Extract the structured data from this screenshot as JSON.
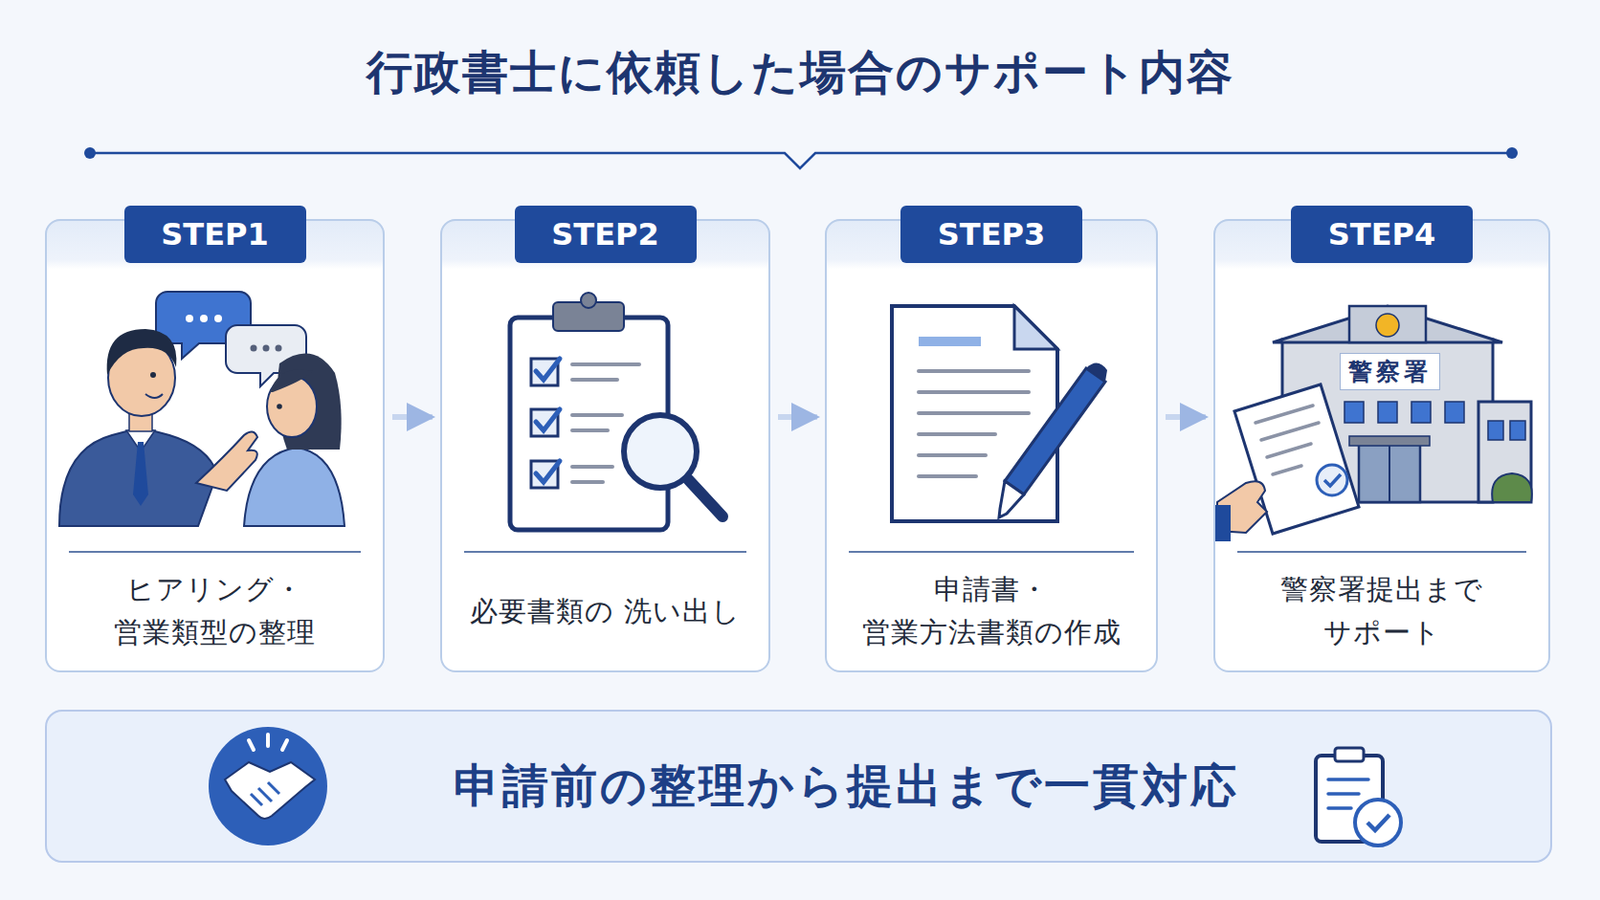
{
  "diagram": {
    "title": "行政書士に依頼した場合のサポート内容",
    "nodes": [
      {
        "text": [
          "STEP1",
          "ヒアリング・ 営業類型の整理"
        ]
      },
      {
        "text": [
          "STEP2",
          "必要書類の 洗い出し"
        ]
      },
      {
        "text": [
          "STEP3",
          "申請書・ 営業方法書類の作成"
        ]
      },
      {
        "text": [
          "STEP4",
          "警察署提出まで サポート"
        ]
      },
      {
        "text": [
          "申請前の整理から提出まで一貫対応"
        ]
      }
    ],
    "edges": [
      {
        "from": 0,
        "to": 1,
        "arrow": "to"
      },
      {
        "from": 1,
        "to": 2,
        "arrow": "to"
      },
      {
        "from": 2,
        "to": 3,
        "arrow": "to"
      }
    ],
    "labels": [
      "警察署"
    ]
  }
}
